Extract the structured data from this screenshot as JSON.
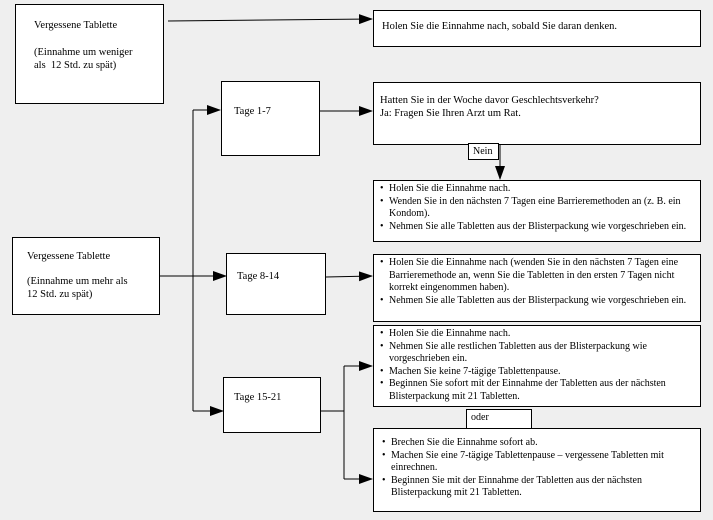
{
  "boxes": {
    "missed_lt12": {
      "line1": "Vergessene Tablette",
      "line2": "(Einnahme um weniger",
      "line3": "als  12 Std. zu spät)"
    },
    "missed_gt12": {
      "line1": "Vergessene Tablette",
      "line2": "(Einnahme um mehr als",
      "line3": "12 Std. zu spät)"
    },
    "take_asap": "Holen Sie die Einnahme nach, sobald Sie daran denken.",
    "days_1_7": "Tage 1-7",
    "days_8_14": "Tage 8-14",
    "days_15_21": "Tage 15-21",
    "intercourse_q": {
      "line1": "Hatten Sie in der Woche davor Geschlechtsverkehr?",
      "line2": "Ja: Fragen Sie Ihren Arzt um Rat."
    },
    "nein": "Nein",
    "oder": "oder",
    "days_1_7_actions": [
      "Holen Sie die Einnahme nach.",
      "Wenden Sie in den nächsten 7 Tagen eine Barrieremethoden an (z. B. ein Kondom).",
      "Nehmen Sie alle Tabletten aus der Blisterpackung wie vorgeschrieben ein."
    ],
    "days_8_14_actions": [
      "Holen Sie die Einnahme nach (wenden Sie in den nächsten 7 Tagen eine Barrieremethode an, wenn Sie die Tabletten in den ersten 7 Tagen nicht korrekt eingenommen haben).",
      "Nehmen Sie alle Tabletten aus der Blisterpackung wie vorgeschrieben ein."
    ],
    "days_15_21_option_a": [
      "Holen Sie die Einnahme nach.",
      "Nehmen Sie alle restlichen Tabletten aus der Blisterpackung wie vorgeschrieben ein.",
      "Machen Sie keine 7-tägige Tablettenpause.",
      "Beginnen Sie sofort mit der Einnahme der Tabletten aus der nächsten Blisterpackung mit 21 Tabletten."
    ],
    "days_15_21_option_b": [
      "Brechen Sie die Einnahme sofort ab.",
      "Machen Sie eine 7-tägige Tablettenpause – vergessene Tabletten mit einrechnen.",
      "Beginnen Sie mit der Einnahme der Tabletten aus der nächsten Blisterpackung mit 21 Tabletten."
    ]
  }
}
